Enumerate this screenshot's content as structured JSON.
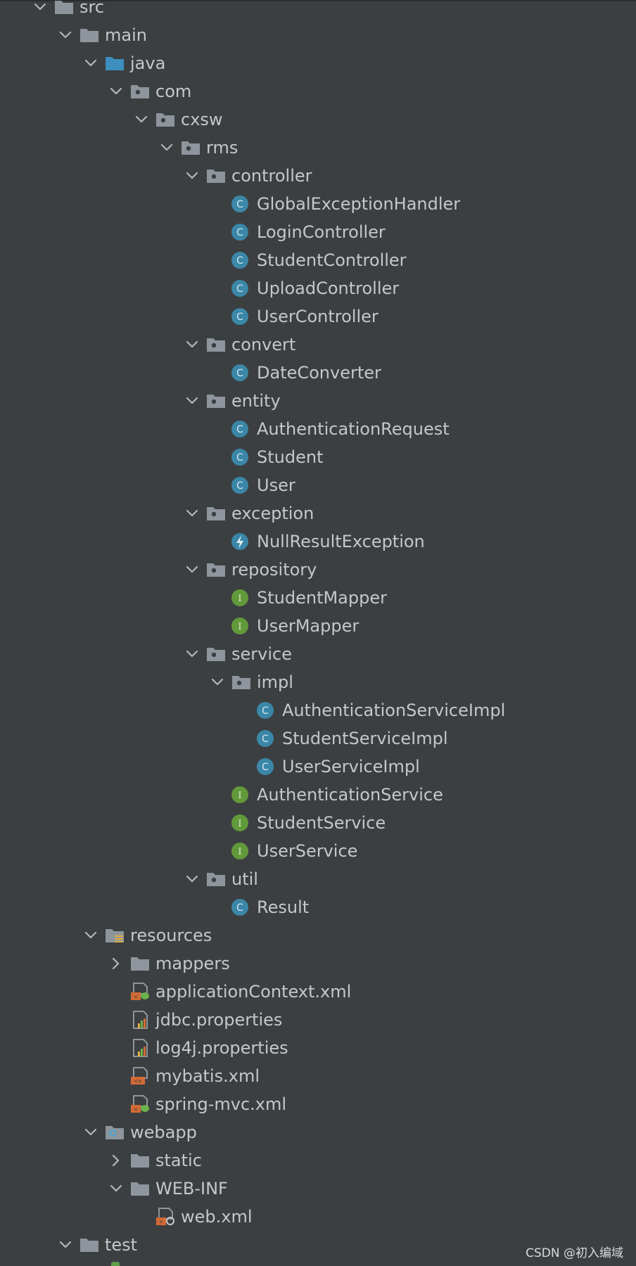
{
  "tree": [
    {
      "label": "src",
      "depth": 0,
      "icon": "folder-gray-icon",
      "arrow": "chevron-down-icon"
    },
    {
      "label": "main",
      "depth": 1,
      "icon": "folder-gray-icon",
      "arrow": "chevron-down-icon"
    },
    {
      "label": "java",
      "depth": 2,
      "icon": "folder-blue-icon",
      "arrow": "chevron-down-icon"
    },
    {
      "label": "com",
      "depth": 3,
      "icon": "package-icon",
      "arrow": "chevron-down-icon"
    },
    {
      "label": "cxsw",
      "depth": 4,
      "icon": "package-icon",
      "arrow": "chevron-down-icon"
    },
    {
      "label": "rms",
      "depth": 5,
      "icon": "package-icon",
      "arrow": "chevron-down-icon"
    },
    {
      "label": "controller",
      "depth": 6,
      "icon": "package-icon",
      "arrow": "chevron-down-icon"
    },
    {
      "label": "GlobalExceptionHandler",
      "depth": 7,
      "icon": "class-icon",
      "arrow": ""
    },
    {
      "label": "LoginController",
      "depth": 7,
      "icon": "class-icon",
      "arrow": ""
    },
    {
      "label": "StudentController",
      "depth": 7,
      "icon": "class-icon",
      "arrow": ""
    },
    {
      "label": "UploadController",
      "depth": 7,
      "icon": "class-icon",
      "arrow": ""
    },
    {
      "label": "UserController",
      "depth": 7,
      "icon": "class-icon",
      "arrow": ""
    },
    {
      "label": "convert",
      "depth": 6,
      "icon": "package-icon",
      "arrow": "chevron-down-icon"
    },
    {
      "label": "DateConverter",
      "depth": 7,
      "icon": "class-icon",
      "arrow": ""
    },
    {
      "label": "entity",
      "depth": 6,
      "icon": "package-icon",
      "arrow": "chevron-down-icon"
    },
    {
      "label": "AuthenticationRequest",
      "depth": 7,
      "icon": "class-icon",
      "arrow": ""
    },
    {
      "label": "Student",
      "depth": 7,
      "icon": "class-icon",
      "arrow": ""
    },
    {
      "label": "User",
      "depth": 7,
      "icon": "class-icon",
      "arrow": ""
    },
    {
      "label": "exception",
      "depth": 6,
      "icon": "package-icon",
      "arrow": "chevron-down-icon"
    },
    {
      "label": "NullResultException",
      "depth": 7,
      "icon": "exception-icon",
      "arrow": ""
    },
    {
      "label": "repository",
      "depth": 6,
      "icon": "package-icon",
      "arrow": "chevron-down-icon"
    },
    {
      "label": "StudentMapper",
      "depth": 7,
      "icon": "interface-icon",
      "arrow": ""
    },
    {
      "label": "UserMapper",
      "depth": 7,
      "icon": "interface-icon",
      "arrow": ""
    },
    {
      "label": "service",
      "depth": 6,
      "icon": "package-icon",
      "arrow": "chevron-down-icon"
    },
    {
      "label": "impl",
      "depth": 7,
      "icon": "package-icon",
      "arrow": "chevron-down-icon"
    },
    {
      "label": "AuthenticationServiceImpl",
      "depth": 8,
      "icon": "class-icon",
      "arrow": ""
    },
    {
      "label": "StudentServiceImpl",
      "depth": 8,
      "icon": "class-icon",
      "arrow": ""
    },
    {
      "label": "UserServiceImpl",
      "depth": 8,
      "icon": "class-icon",
      "arrow": ""
    },
    {
      "label": "AuthenticationService",
      "depth": 7,
      "icon": "interface-icon",
      "arrow": ""
    },
    {
      "label": "StudentService",
      "depth": 7,
      "icon": "interface-icon",
      "arrow": ""
    },
    {
      "label": "UserService",
      "depth": 7,
      "icon": "interface-icon",
      "arrow": ""
    },
    {
      "label": "util",
      "depth": 6,
      "icon": "package-icon",
      "arrow": "chevron-down-icon"
    },
    {
      "label": "Result",
      "depth": 7,
      "icon": "class-icon",
      "arrow": ""
    },
    {
      "label": "resources",
      "depth": 2,
      "icon": "resources-folder-icon",
      "arrow": "chevron-down-icon"
    },
    {
      "label": "mappers",
      "depth": 3,
      "icon": "folder-gray-icon",
      "arrow": "chevron-right-icon"
    },
    {
      "label": "applicationContext.xml",
      "depth": 3,
      "icon": "spring-xml-icon",
      "arrow": ""
    },
    {
      "label": "jdbc.properties",
      "depth": 3,
      "icon": "properties-icon",
      "arrow": ""
    },
    {
      "label": "log4j.properties",
      "depth": 3,
      "icon": "properties-icon",
      "arrow": ""
    },
    {
      "label": "mybatis.xml",
      "depth": 3,
      "icon": "xml-icon",
      "arrow": ""
    },
    {
      "label": "spring-mvc.xml",
      "depth": 3,
      "icon": "spring-xml-icon",
      "arrow": ""
    },
    {
      "label": "webapp",
      "depth": 2,
      "icon": "web-folder-icon",
      "arrow": "chevron-down-icon"
    },
    {
      "label": "static",
      "depth": 3,
      "icon": "folder-gray-icon",
      "arrow": "chevron-right-icon"
    },
    {
      "label": "WEB-INF",
      "depth": 3,
      "icon": "folder-gray-icon",
      "arrow": "chevron-down-icon"
    },
    {
      "label": "web.xml",
      "depth": 4,
      "icon": "web-xml-icon",
      "arrow": ""
    },
    {
      "label": "test",
      "depth": 1,
      "icon": "folder-gray-icon",
      "arrow": "chevron-down-icon"
    }
  ],
  "watermark": "CSDN @初入编域",
  "colors": {
    "background": "#3c3f41",
    "text": "#c4c7cc",
    "folder": "#8e959c",
    "folder_blue": "#3d8fbf",
    "class_badge": "#3a87a8",
    "interface_badge": "#62993a",
    "xml_orange": "#d26a34"
  }
}
